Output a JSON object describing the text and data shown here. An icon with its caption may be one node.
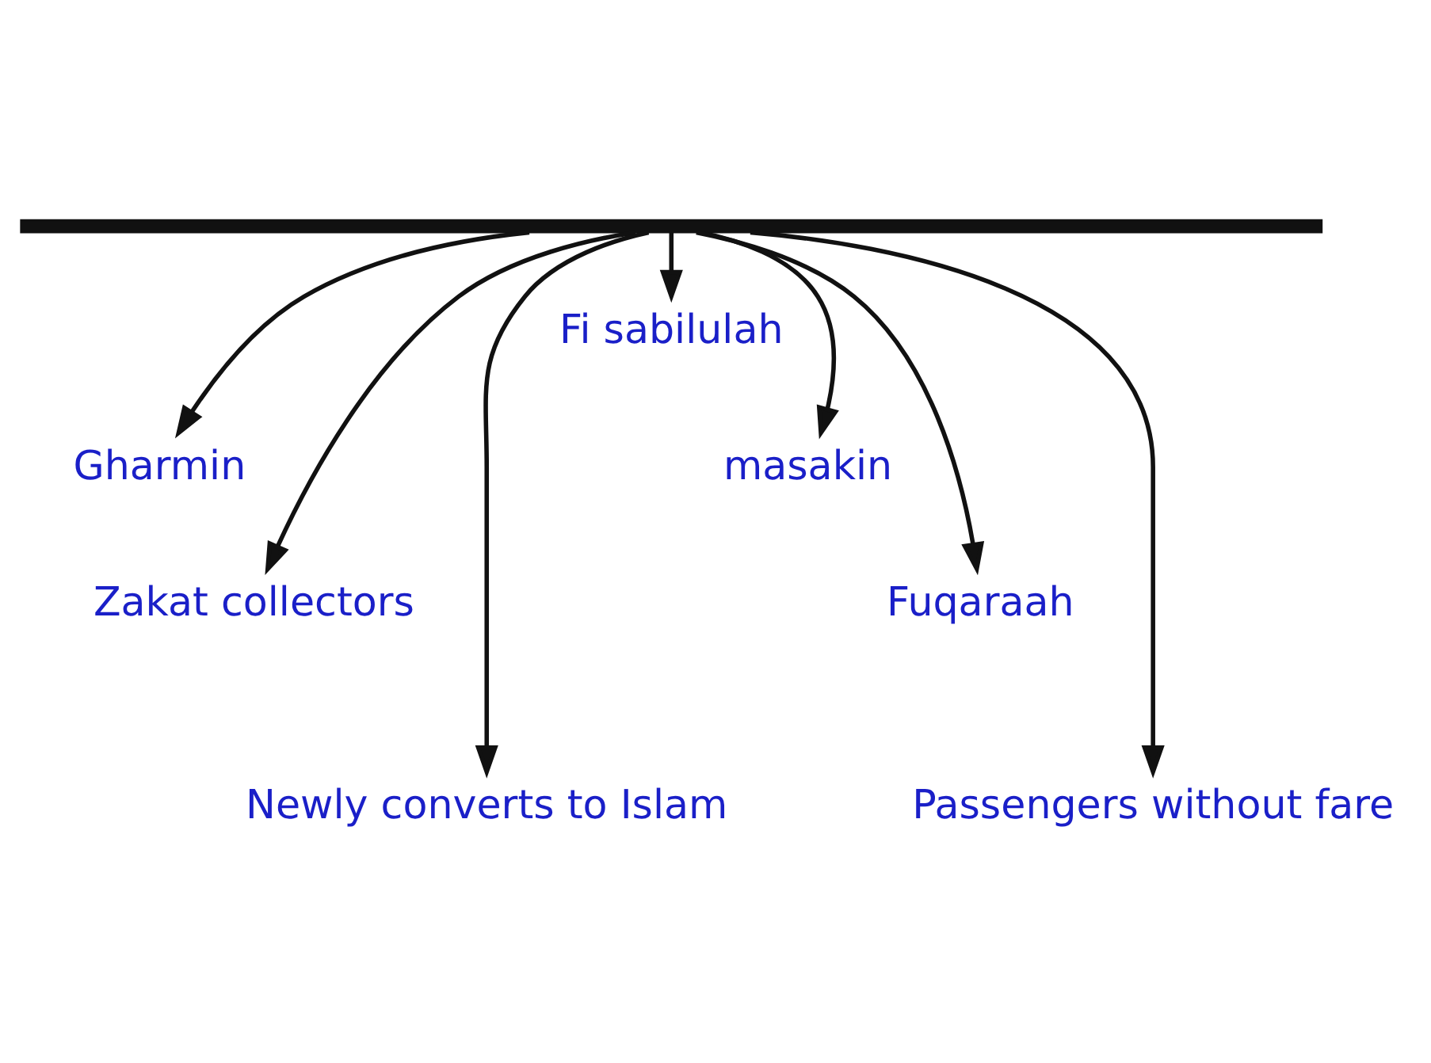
{
  "diagram": {
    "nodes": [
      {
        "text": [],
        "shape": "bar"
      },
      {
        "text": [
          "Gharmin"
        ]
      },
      {
        "text": [
          "Zakat collectors"
        ]
      },
      {
        "text": [
          "Newly converts to Islam"
        ]
      },
      {
        "text": [
          "Fi sabilulah"
        ]
      },
      {
        "text": [
          "masakin"
        ]
      },
      {
        "text": [
          "Fuqaraah"
        ]
      },
      {
        "text": [
          "Passengers without fare"
        ]
      }
    ],
    "edges": [
      {
        "from": 0,
        "to": 1,
        "arrow": "to"
      },
      {
        "from": 0,
        "to": 2,
        "arrow": "to"
      },
      {
        "from": 0,
        "to": 3,
        "arrow": "to"
      },
      {
        "from": 0,
        "to": 4,
        "arrow": "to"
      },
      {
        "from": 0,
        "to": 5,
        "arrow": "to"
      },
      {
        "from": 0,
        "to": 6,
        "arrow": "to"
      },
      {
        "from": 0,
        "to": 7,
        "arrow": "to"
      }
    ]
  }
}
